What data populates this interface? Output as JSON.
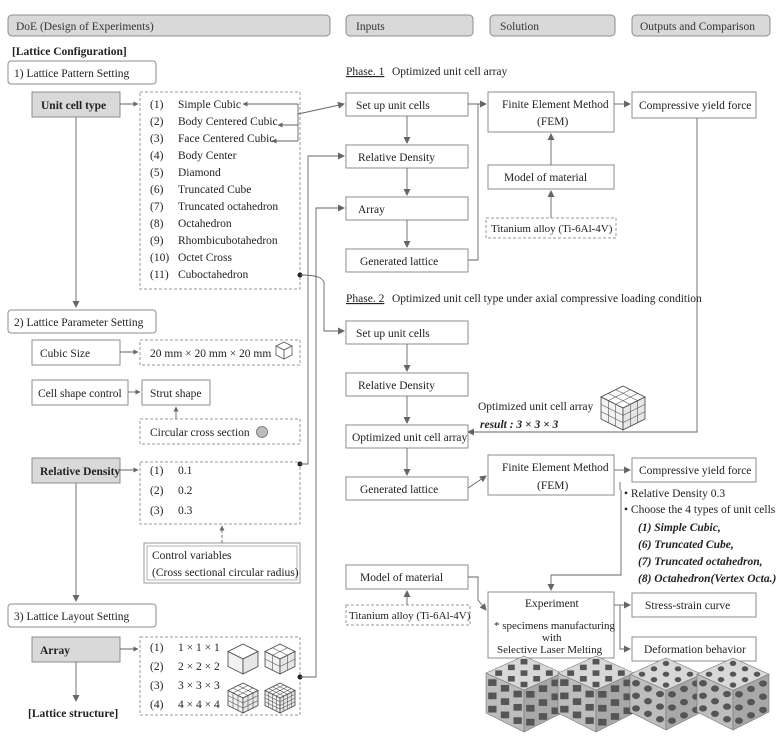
{
  "headers": {
    "doe": "DoE (Design of Experiments)",
    "inputs": "Inputs",
    "solution": "Solution",
    "outputs": "Outputs and Comparison"
  },
  "lattice_config_label": "[Lattice Configuration]",
  "pattern_setting": "1) Lattice Pattern Setting",
  "unit_cell_type": "Unit cell type",
  "unit_cells": [
    {
      "num": "(1)",
      "name": "Simple Cubic"
    },
    {
      "num": "(2)",
      "name": "Body Centered Cubic"
    },
    {
      "num": "(3)",
      "name": "Face Centered Cubic"
    },
    {
      "num": "(4)",
      "name": "Body Center"
    },
    {
      "num": "(5)",
      "name": "Diamond"
    },
    {
      "num": "(6)",
      "name": "Truncated Cube"
    },
    {
      "num": "(7)",
      "name": "Truncated octahedron"
    },
    {
      "num": "(8)",
      "name": "Octahedron"
    },
    {
      "num": "(9)",
      "name": "Rhombicubotahedron"
    },
    {
      "num": "(10)",
      "name": "Octet Cross"
    },
    {
      "num": "(11)",
      "name": "Cuboctahedron"
    }
  ],
  "parameter_setting": "2) Lattice Parameter Setting",
  "cubic_size": "Cubic Size",
  "cubic_size_value": "20 mm × 20 mm × 20 mm",
  "cell_shape_control": "Cell shape control",
  "strut_shape": "Strut shape",
  "circular_cross_section": "Circular cross section",
  "relative_density": "Relative Density",
  "density_values": [
    {
      "num": "(1)",
      "value": "0.1"
    },
    {
      "num": "(2)",
      "value": "0.2"
    },
    {
      "num": "(3)",
      "value": "0.3"
    }
  ],
  "control_variables": "Control variables",
  "control_variables_detail": "(Cross sectional circular radius)",
  "layout_setting": "3) Lattice Layout Setting",
  "array": "Array",
  "array_values": [
    {
      "num": "(1)",
      "value": "1 × 1 × 1"
    },
    {
      "num": "(2)",
      "value": "2 × 2 × 2"
    },
    {
      "num": "(3)",
      "value": "3 × 3 × 3"
    },
    {
      "num": "(4)",
      "value": "4 × 4 × 4"
    }
  ],
  "lattice_structure": "[Lattice structure]",
  "phase1": {
    "label": "Phase. 1",
    "title": "Optimized unit cell array",
    "set_up": "Set up unit cells",
    "rel_density": "Relative Density",
    "array": "Array",
    "generated": "Generated lattice",
    "fem": "Finite Element Method",
    "fem_abbr": "(FEM)",
    "model": "Model of material",
    "titanium": "Titanium alloy (Ti-6Al-4V)",
    "output": "Compressive yield force"
  },
  "phase2": {
    "label": "Phase. 2",
    "title": "Optimized unit cell type under axial compressive loading condition",
    "set_up": "Set up unit cells",
    "rel_density": "Relative Density",
    "optimized_array": "Optimized unit cell array",
    "generated": "Generated lattice",
    "model": "Model of material",
    "titanium": "Titanium alloy (Ti-6Al-4V)",
    "result_label": "Optimized unit cell array",
    "result_value": "result : 3 × 3 × 3",
    "fem": "Finite Element Method",
    "fem_abbr": "(FEM)",
    "output": "Compressive yield force",
    "bullet1": "• Relative Density 0.3",
    "bullet2": "• Choose the 4 types of unit cells",
    "chosen": [
      "(1) Simple Cubic,",
      "(6) Truncated Cube,",
      "(7) Truncated octahedron,",
      "(8) Octahedron(Vertex Octa.)"
    ],
    "experiment": "Experiment",
    "exp_line1": "* specimens manufacturing",
    "exp_line2": "with",
    "exp_line3": "Selective Laser Melting",
    "stress_strain": "Stress-strain curve",
    "deformation": "Deformation behavior"
  }
}
